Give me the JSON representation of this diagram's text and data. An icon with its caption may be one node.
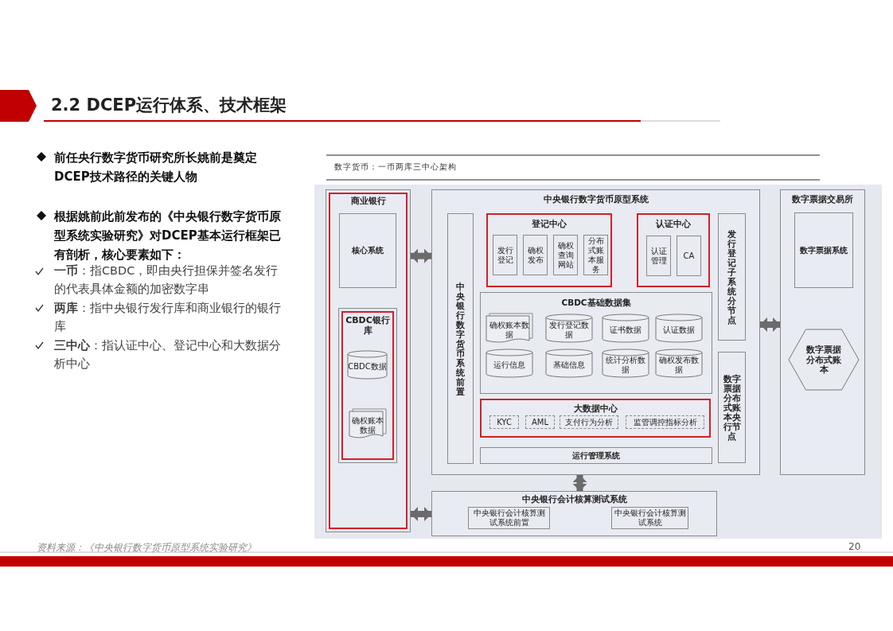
{
  "diagram": {
    "title": "2.2 DCEP运行体系、技术框架",
    "caption": "资料来源：《中央银行数字货币原型系统实验研究》",
    "nodes": [
      {
        "text": [
          "商业银行"
        ]
      },
      {
        "text": [
          "核心系统"
        ],
        "in": 0
      },
      {
        "text": [
          "CBDC银行库"
        ],
        "in": 0
      },
      {
        "text": [
          "CBDC数据"
        ],
        "in": 2
      },
      {
        "text": [
          "确权账本数据"
        ],
        "in": 2
      },
      {
        "text": [
          "中央银行数字货币原型系统"
        ]
      },
      {
        "text": [
          "中央银行数字货币系统前置"
        ],
        "in": 5
      },
      {
        "text": [
          "登记中心"
        ],
        "in": 5
      },
      {
        "text": [
          "发行登记"
        ],
        "in": 7
      },
      {
        "text": [
          "确权发布"
        ],
        "in": 7
      },
      {
        "text": [
          "确权查询网站"
        ],
        "in": 7
      },
      {
        "text": [
          "分布式账本服务"
        ],
        "in": 7
      },
      {
        "text": [
          "认证中心"
        ],
        "in": 5
      },
      {
        "text": [
          "认证管理"
        ],
        "in": 12
      },
      {
        "text": [
          "CA"
        ],
        "in": 12
      },
      {
        "text": [
          "发行登记子系统分节点"
        ],
        "in": 5
      },
      {
        "text": [
          "CBDC基础数据集"
        ],
        "in": 5
      },
      {
        "text": [
          "确权账本数据"
        ],
        "in": 16
      },
      {
        "text": [
          "发行登记数据"
        ],
        "in": 16
      },
      {
        "text": [
          "证书数据"
        ],
        "in": 16
      },
      {
        "text": [
          "认证数据"
        ],
        "in": 16
      },
      {
        "text": [
          "运行信息"
        ],
        "in": 16
      },
      {
        "text": [
          "基础信息"
        ],
        "in": 16
      },
      {
        "text": [
          "统计分析数据"
        ],
        "in": 16
      },
      {
        "text": [
          "确权发布数据"
        ],
        "in": 16
      },
      {
        "text": [
          "数字票据分布式账本央行节点"
        ],
        "in": 5
      },
      {
        "text": [
          "大数据中心"
        ],
        "in": 5
      },
      {
        "text": [
          "KYC"
        ],
        "in": 26
      },
      {
        "text": [
          "AML"
        ],
        "in": 26
      },
      {
        "text": [
          "支付行为分析"
        ],
        "in": 26
      },
      {
        "text": [
          "监管调控指标分析"
        ],
        "in": 26
      },
      {
        "text": [
          "运行管理系统"
        ],
        "in": 5
      },
      {
        "text": [
          "中央银行会计核算测试系统"
        ]
      },
      {
        "text": [
          "中央银行会计核算测试系统前置"
        ],
        "in": 32
      },
      {
        "text": [
          "中央银行会计核算测试系统"
        ],
        "in": 32
      },
      {
        "text": [
          "数字票据交易所"
        ]
      },
      {
        "text": [
          "数字票据系统"
        ],
        "in": 35
      },
      {
        "text": [
          "数字票据分布式账本"
        ],
        "in": 35
      }
    ],
    "edges": [
      {
        "from": 0,
        "to": 5,
        "arrow": "both"
      },
      {
        "from": 0,
        "to": 32,
        "arrow": "both"
      },
      {
        "from": 5,
        "to": 35,
        "arrow": "both"
      },
      {
        "from": 5,
        "to": 32,
        "arrow": "both"
      }
    ],
    "labels": [
      "前任央行数字货币研究所长姚前是奠定DCEP技术路径的关键人物",
      "根据姚前此前发布的《中央银行数字货币原型系统实验研究》对DCEP基本运行框架已有剖析，核心要素如下：",
      "**一币**：指CBDC，即由央行担保并签名发行的代表具体金额的加密数字串",
      "**两库**：指中央银行发行库和商业银行的银行库",
      "**三中心**：指认证中心、登记中心和大数据分析中心",
      "数字货币：一币两库三中心架构",
      "20"
    ]
  }
}
